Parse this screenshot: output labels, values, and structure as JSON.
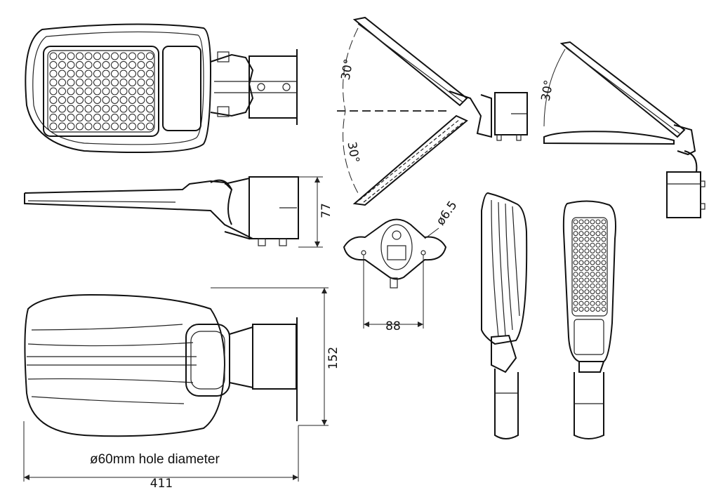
{
  "dimensions": {
    "tilt_up_left": "30°",
    "tilt_down_left": "30°",
    "tilt_up_right": "30°",
    "height_side": "77",
    "bolt_hole": "ø6.5",
    "bracket_width": "88",
    "width_bottom": "152",
    "length_total": "411"
  },
  "caption": "ø60mm hole diameter"
}
